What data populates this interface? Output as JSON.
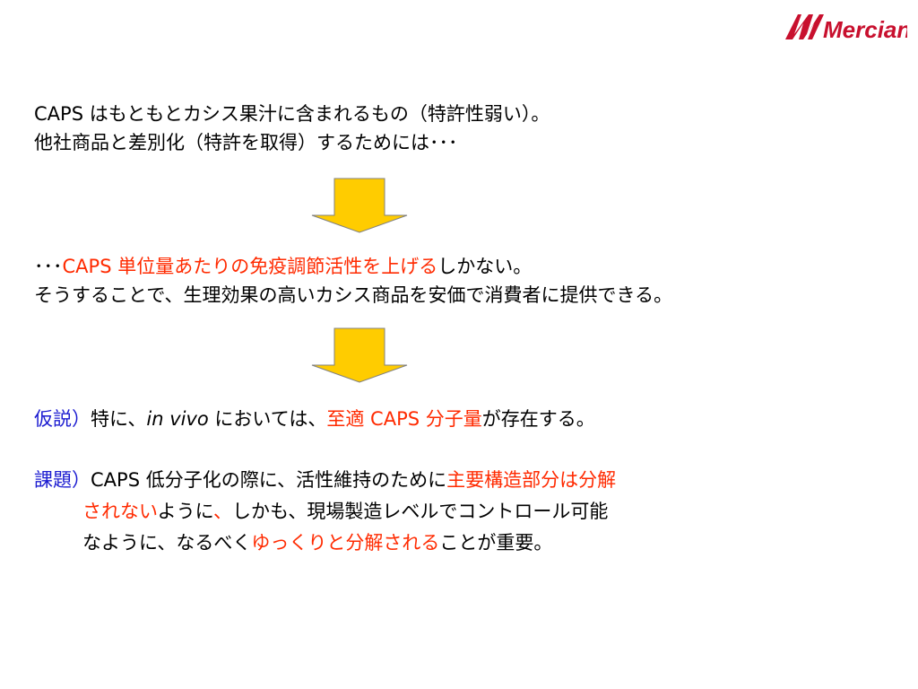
{
  "logo": {
    "text": "Mercian",
    "color": "#c8102e"
  },
  "block1": {
    "line1": "CAPS はもともとカシス果汁に含まれるもの（特許性弱い）。",
    "line2": "他社商品と差別化（特許を取得）するためには･･･"
  },
  "block2": {
    "line1_prefix": "･･･",
    "line1_red": "CAPS 単位量あたりの免疫調節活性を上げる",
    "line1_suffix": "しかない。",
    "line2": "そうすることで、生理効果の高いカシス商品を安価で消費者に提供できる。"
  },
  "hypothesis": {
    "label": "仮説）",
    "text1": "特に、",
    "italic": "in vivo",
    "text2": " においては、",
    "red": "至適 CAPS 分子量",
    "text3": "が存在する。"
  },
  "issue": {
    "label": "課題）",
    "line1_text": "CAPS 低分子化の際に、活性維持のために",
    "line1_red": "主要構造部分は分解",
    "line2_red": "されない",
    "line2_text1": "ように",
    "line2_red_comma": "、",
    "line2_text2": "しかも、現場製造レベルでコントロール可能",
    "line3_text1": "なように、なるべく",
    "line3_red": "ゆっくりと分解される",
    "line3_text2": "ことが重要。"
  },
  "colors": {
    "accent_red": "#ff2a00",
    "label_blue": "#1a1ad0",
    "arrow_fill": "#ffcc00"
  }
}
